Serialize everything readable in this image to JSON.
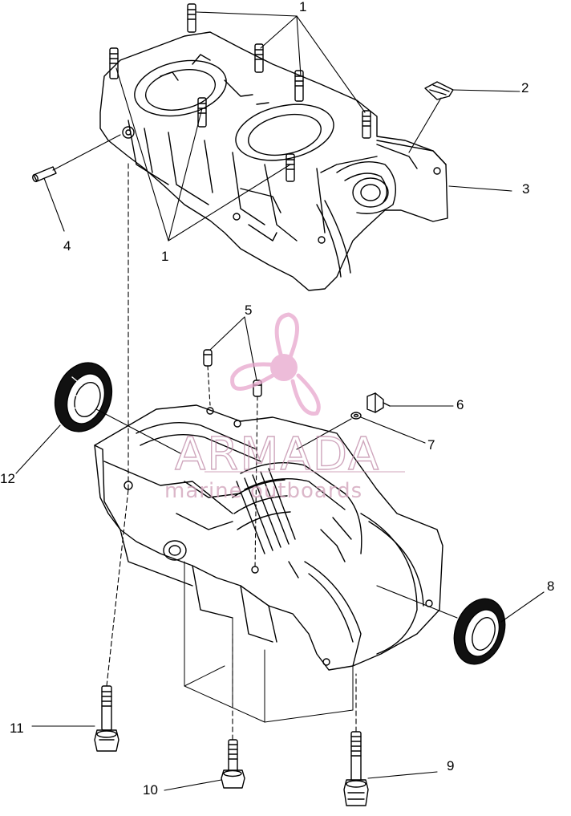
{
  "callouts": {
    "c1_top": "1",
    "c1_bottom": "1",
    "c2": "2",
    "c3": "3",
    "c4": "4",
    "c5": "5",
    "c6": "6",
    "c7": "7",
    "c8": "8",
    "c9": "9",
    "c10": "10",
    "c11": "11",
    "c12": "12"
  },
  "watermark": {
    "brand": "ARMADA",
    "tagline": "marine outboards",
    "color": "#e7a6cd"
  },
  "colors": {
    "line": "#000000",
    "background": "#ffffff"
  }
}
